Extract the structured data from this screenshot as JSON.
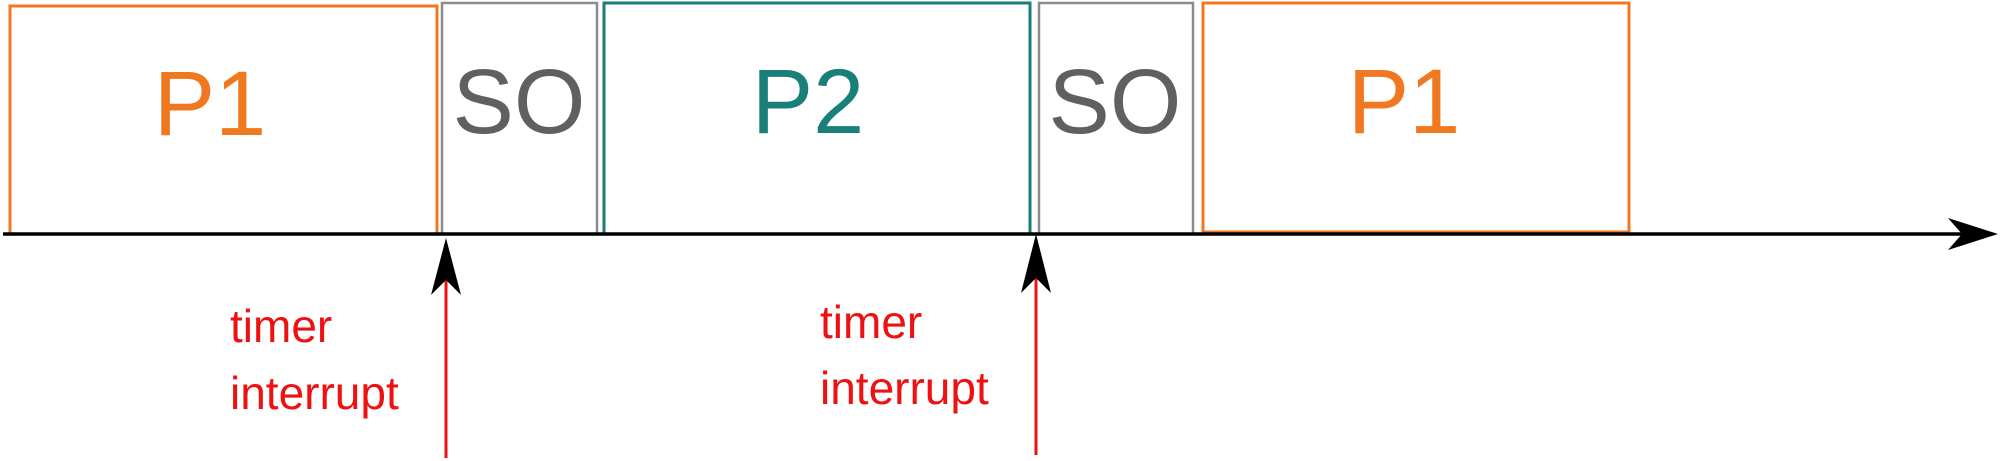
{
  "colors": {
    "p1": "#f07820",
    "p2": "#1a7f78",
    "so": "#606060",
    "so_border": "#8c8c8c",
    "interrupt": "#ee1111",
    "axis": "#000000"
  },
  "blocks": [
    {
      "label": "P1",
      "kind": "p1"
    },
    {
      "label": "SO",
      "kind": "so"
    },
    {
      "label": "P2",
      "kind": "p2"
    },
    {
      "label": "SO",
      "kind": "so"
    },
    {
      "label": "P1",
      "kind": "p1"
    }
  ],
  "interrupts": [
    {
      "line1": "timer",
      "line2": "interrupt"
    },
    {
      "line1": "timer",
      "line2": "interrupt"
    }
  ]
}
